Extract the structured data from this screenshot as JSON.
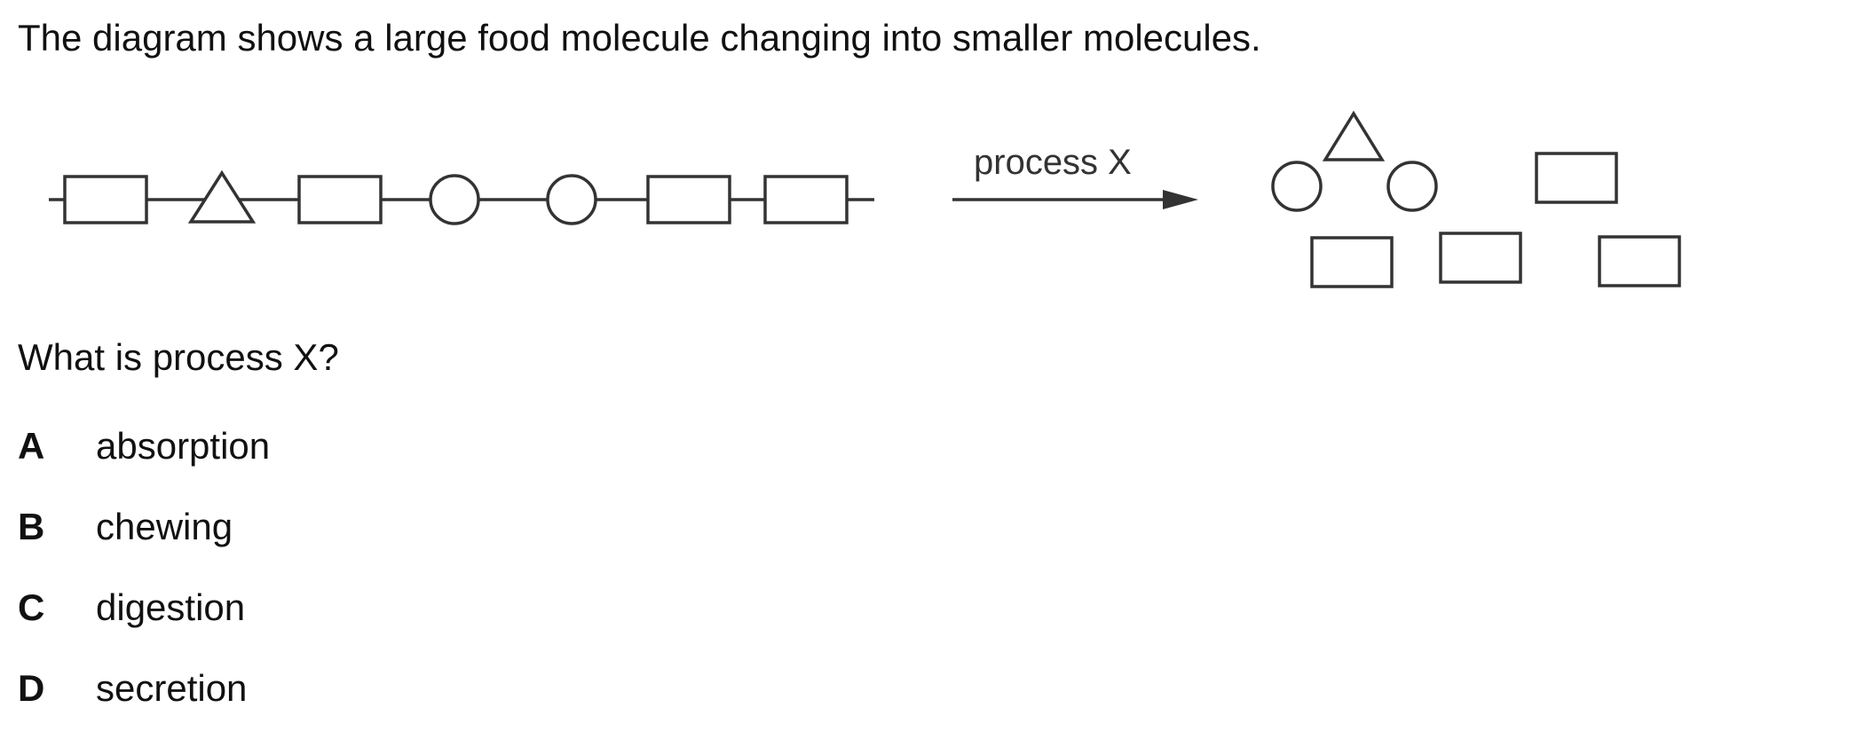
{
  "question": {
    "intro": "The diagram shows a large food molecule changing into smaller molecules.",
    "prompt": "What is process X?"
  },
  "diagram": {
    "arrow_label": "process X"
  },
  "options": [
    {
      "letter": "A",
      "text": "absorption"
    },
    {
      "letter": "B",
      "text": "chewing"
    },
    {
      "letter": "C",
      "text": "digestion"
    },
    {
      "letter": "D",
      "text": "secretion"
    }
  ]
}
